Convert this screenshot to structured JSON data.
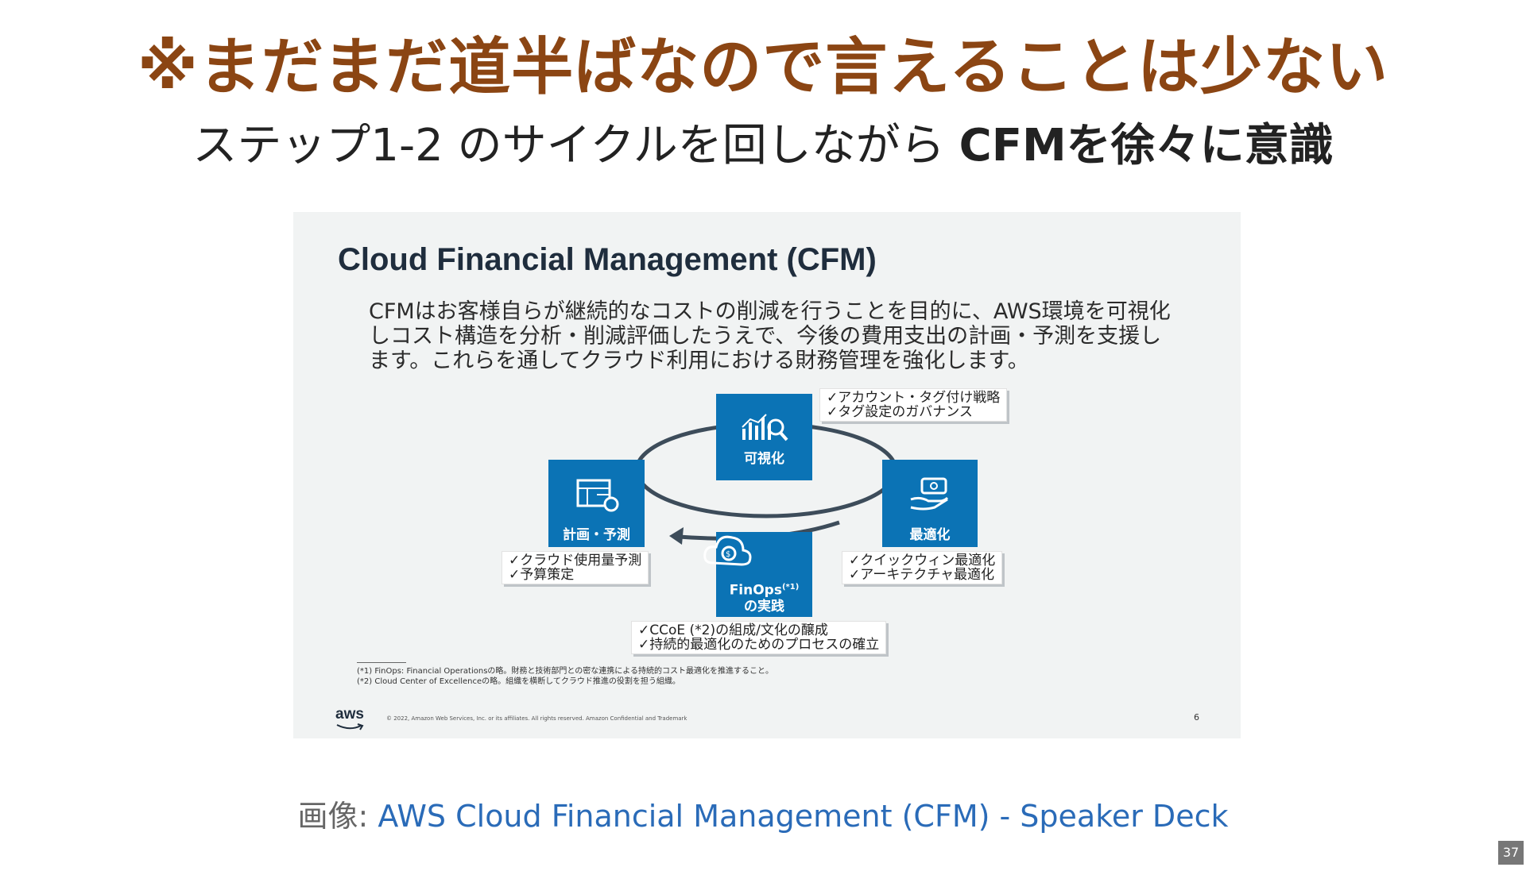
{
  "headline": "※まだまだ道半ばなので言えることは少ない",
  "subtitle": {
    "normal": "ステップ1-2 のサイクルを回しながら",
    "bold": "CFMを徐々に意識"
  },
  "slide": {
    "title": "Cloud Financial Management (CFM)",
    "description": "CFMはお客様自らが継続的なコストの削減を行うことを目的に、AWS環境を可視化しコスト構造を分析・削減評価したうえで、今後の費用支出の計画・予測を支援します。これらを通してクラウド利用における財務管理を強化します。",
    "cycle": {
      "visualize": {
        "label": "可視化",
        "notes": [
          "✓アカウント・タグ付け戦略",
          "✓タグ設定のガバナンス"
        ]
      },
      "optimize": {
        "label": "最適化",
        "notes": [
          "✓クイックウィン最適化",
          "✓アーキテクチャ最適化"
        ]
      },
      "plan": {
        "label": "計画・予測",
        "notes": [
          "✓クラウド使用量予測",
          "✓予算策定"
        ]
      },
      "finops": {
        "label_line1": "FinOps",
        "label_sup": "(*1)",
        "label_line2": "の実践",
        "notes": [
          "✓CCoE (*2)の組成/文化の醸成",
          "✓持続的最適化のためのプロセスの確立"
        ]
      }
    },
    "footnotes": [
      "(*1) FinOps: Financial Operationsの略。財務と技術部門との密な連携による持続的コスト最適化を推進すること。",
      "(*2) Cloud Center of Excellenceの略。組織を横断してクラウド推進の役割を担う組織。"
    ],
    "logo_text": "aws",
    "copyright": "© 2022, Amazon Web Services, Inc. or its affiliates. All rights reserved. Amazon Confidential and Trademark",
    "page_number": "6"
  },
  "credit": {
    "label": "画像: ",
    "link_text": "AWS Cloud Financial Management (CFM) - Speaker Deck"
  },
  "page_number": "37",
  "colors": {
    "headline": "#8b4513",
    "box_blue": "#0b73b5",
    "link": "#2a6bb8"
  }
}
